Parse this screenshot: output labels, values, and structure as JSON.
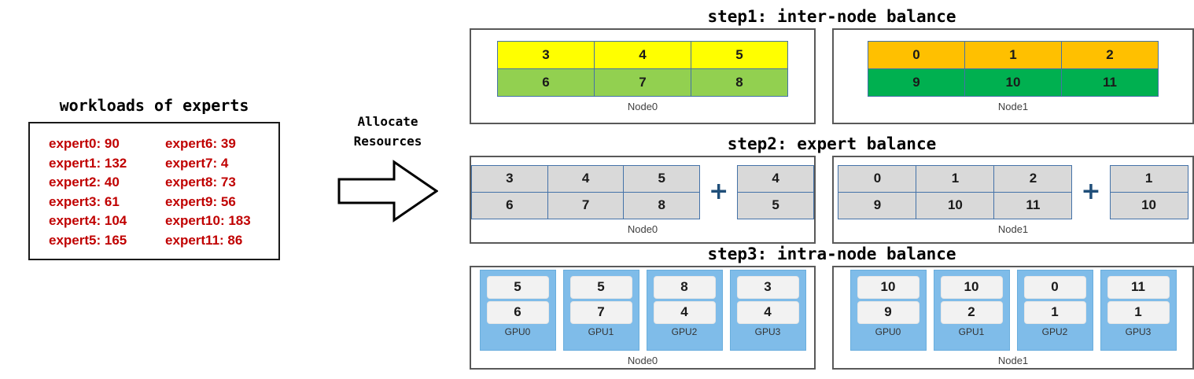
{
  "workloads": {
    "title": "workloads of experts",
    "column_left": [
      "expert0: 90",
      "expert1: 132",
      "expert2: 40",
      "expert3: 61",
      "expert4: 104",
      "expert5: 165"
    ],
    "column_right": [
      "expert6: 39",
      "expert7: 4",
      "expert8: 73",
      "expert9: 56",
      "expert10: 183",
      "expert11: 86"
    ],
    "text_color": "#c00000"
  },
  "allocate": {
    "line1": "Allocate",
    "line2": "Resources",
    "arrow_icon": "right-block-arrow-icon"
  },
  "steps": [
    {
      "id": "step1",
      "title": "step1: inter-node balance",
      "nodes": [
        {
          "label": "Node0",
          "rows": [
            {
              "color": "#ffff00",
              "color_class": "c-yellow",
              "cells": [
                "3",
                "4",
                "5"
              ]
            },
            {
              "color": "#92d050",
              "color_class": "c-ygreen",
              "cells": [
                "6",
                "7",
                "8"
              ]
            }
          ]
        },
        {
          "label": "Node1",
          "rows": [
            {
              "color": "#ffc000",
              "color_class": "c-orange",
              "cells": [
                "0",
                "1",
                "2"
              ]
            },
            {
              "color": "#00b050",
              "color_class": "c-green",
              "cells": [
                "9",
                "10",
                "11"
              ]
            }
          ]
        }
      ]
    },
    {
      "id": "step2",
      "title": "step2: expert balance",
      "plus_symbol": "+",
      "plus_color": "#1f4e79",
      "nodes": [
        {
          "label": "Node0",
          "main_rows": [
            [
              "3",
              "4",
              "5"
            ],
            [
              "6",
              "7",
              "8"
            ]
          ],
          "extra_rows": [
            [
              "4"
            ],
            [
              "5"
            ]
          ]
        },
        {
          "label": "Node1",
          "main_rows": [
            [
              "0",
              "1",
              "2"
            ],
            [
              "9",
              "10",
              "11"
            ]
          ],
          "extra_rows": [
            [
              "1"
            ],
            [
              "10"
            ]
          ]
        }
      ]
    },
    {
      "id": "step3",
      "title": "step3: intra-node balance",
      "nodes": [
        {
          "label": "Node0",
          "gpus": [
            {
              "name": "GPU0",
              "cells": [
                "5",
                "6"
              ]
            },
            {
              "name": "GPU1",
              "cells": [
                "5",
                "7"
              ]
            },
            {
              "name": "GPU2",
              "cells": [
                "8",
                "4"
              ]
            },
            {
              "name": "GPU3",
              "cells": [
                "3",
                "4"
              ]
            }
          ]
        },
        {
          "label": "Node1",
          "gpus": [
            {
              "name": "GPU0",
              "cells": [
                "10",
                "9"
              ]
            },
            {
              "name": "GPU1",
              "cells": [
                "10",
                "2"
              ]
            },
            {
              "name": "GPU2",
              "cells": [
                "0",
                "1"
              ]
            },
            {
              "name": "GPU3",
              "cells": [
                "11",
                "1"
              ]
            }
          ]
        }
      ]
    }
  ]
}
